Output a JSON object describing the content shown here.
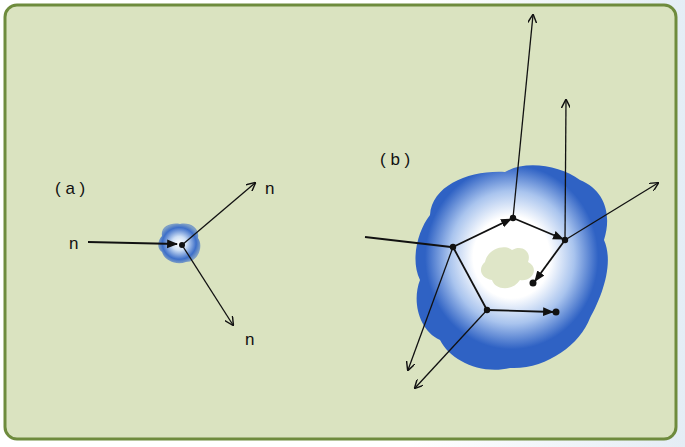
{
  "diagram": {
    "labels": [
      "( a )",
      "n",
      "n",
      "n",
      "( b )"
    ]
  }
}
